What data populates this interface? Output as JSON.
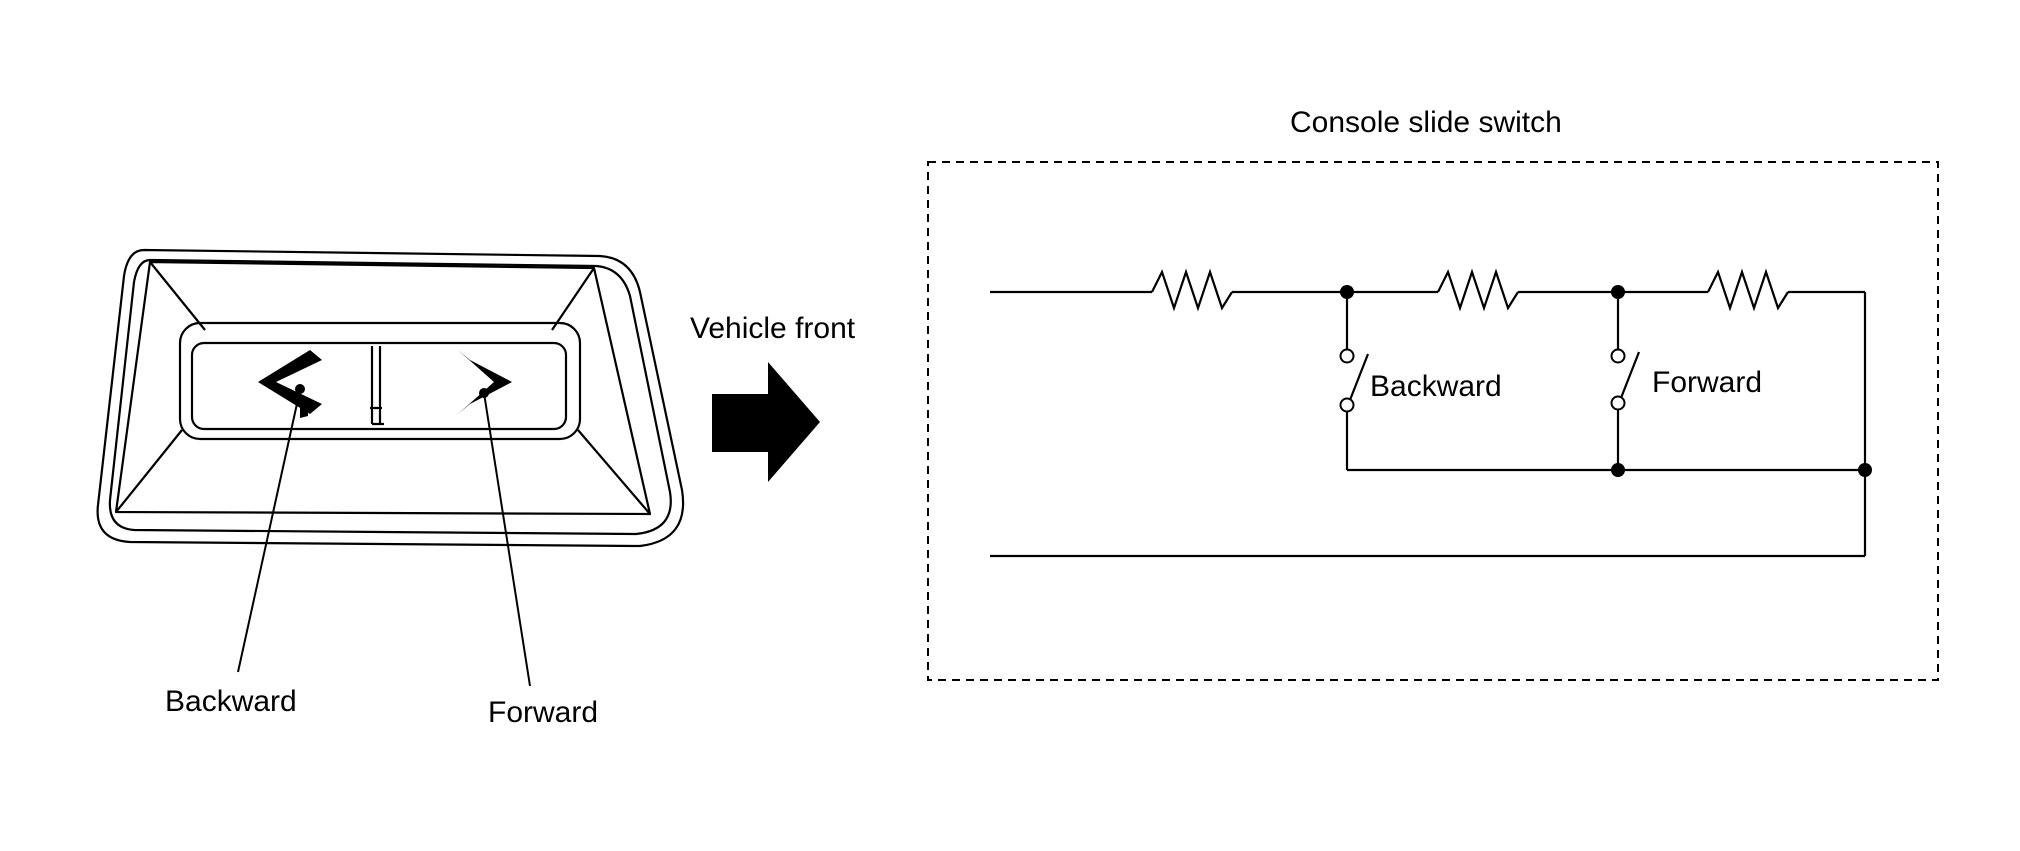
{
  "switch_illustration": {
    "backward_label": "Backward",
    "forward_label": "Forward"
  },
  "direction_arrow": {
    "label": "Vehicle front",
    "icon": "arrow-right-icon"
  },
  "circuit": {
    "title": "Console slide switch",
    "backward_switch_label": "Backward",
    "forward_switch_label": "Forward",
    "resistor_count": 3,
    "switch_count": 2
  },
  "colors": {
    "ink": "#000000",
    "background": "#ffffff"
  }
}
